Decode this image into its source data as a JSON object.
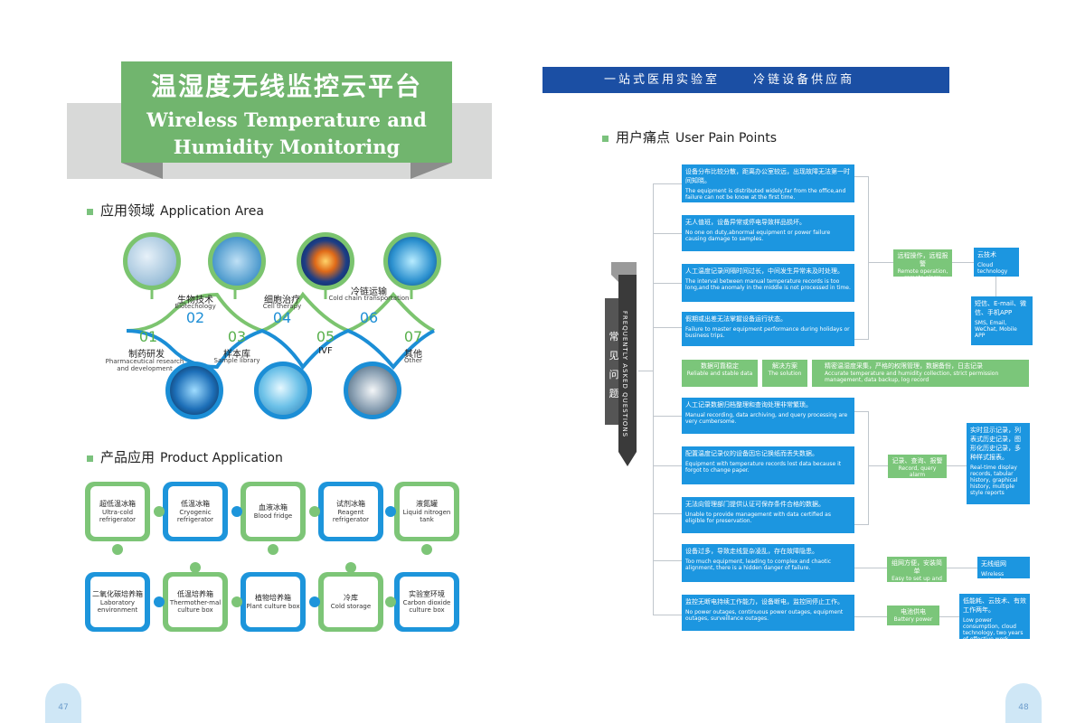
{
  "banner": {
    "title_cn": "温湿度无线监控云平台",
    "title_en_1": "Wireless Temperature and",
    "title_en_2": "Humidity Monitoring"
  },
  "application_area": {
    "title_cn": "应用领域",
    "title_en": "Application Area",
    "items": [
      {
        "num": "01",
        "cn": "制药研发",
        "en": "Pharmaceutical research and development"
      },
      {
        "num": "02",
        "cn": "生物技术",
        "en": "Biotechology"
      },
      {
        "num": "03",
        "cn": "样本库",
        "en": "Sample library"
      },
      {
        "num": "04",
        "cn": "细胞治疗",
        "en": "Cell therapy"
      },
      {
        "num": "05",
        "cn": "IVF",
        "en": ""
      },
      {
        "num": "06",
        "cn": "冷链运输",
        "en": "Cold chain transportation"
      },
      {
        "num": "07",
        "cn": "其他",
        "en": "Other"
      }
    ]
  },
  "product_application": {
    "title_cn": "产品应用",
    "title_en": "Product Application",
    "tiles": [
      {
        "cn": "超低温冰箱",
        "en": "Ultra-cold refrigerator",
        "color": "#7dc577"
      },
      {
        "cn": "低温冰箱",
        "en": "Cryogenic refrigerator",
        "color": "#1d95db"
      },
      {
        "cn": "血液冰箱",
        "en": "Blood fridge",
        "color": "#7dc577"
      },
      {
        "cn": "试剂冰箱",
        "en": "Reagent refrigerator",
        "color": "#1d95db"
      },
      {
        "cn": "液氮罐",
        "en": "Liquid nitrogen tank",
        "color": "#7dc577"
      },
      {
        "cn": "二氧化碳培养箱",
        "en": "Laboratory environment",
        "color": "#1d95db"
      },
      {
        "cn": "低温培养箱",
        "en": "Thermother-mal culture box",
        "color": "#7dc577"
      },
      {
        "cn": "植物培养箱",
        "en": "Plant culture box",
        "color": "#1d95db"
      },
      {
        "cn": "冷库",
        "en": "Cold storage",
        "color": "#7dc577"
      },
      {
        "cn": "实验室环境",
        "en": "Carbon dioxide culture box",
        "color": "#1d95db"
      }
    ]
  },
  "right": {
    "top_bar_1": "一站式医用实验室",
    "top_bar_2": "冷链设备供应商",
    "pain_title_cn": "用户痛点",
    "pain_title_en": "User Pain Points",
    "faq_cn": "常见问题",
    "faq_en": "FREQUENTLY ASKED QUESTIONS",
    "problems": [
      {
        "cn": "设备分布比较分散，距离办公室较远，出现故障无法第一时间知晓。",
        "en": "The equipment is distributed widely,far from the office,and failure can not be know at the first time."
      },
      {
        "cn": "无人值班，设备异常或停电导致样品损坏。",
        "en": "No one on duty,abnormal equipment or power failure causing damage to samples."
      },
      {
        "cn": "人工温度记录间隔时间过长，中间发生异常未及时处理。",
        "en": "The interval between manual temperature records is too long,and the anomaly in the middle is not processed in time."
      },
      {
        "cn": "假期或出差无法掌握设备运行状态。",
        "en": "Failure to master equipment performance during holidays or business trips."
      },
      {
        "cn": "人工记录数据归档整理和查询处理非常繁琐。",
        "en": "Manual recording, data archiving, and query processing are very cumbersome."
      },
      {
        "cn": "配置温度记录仪的设备因忘记换纸而丢失数据。",
        "en": "Equipment with temperature records lost data because it forgot to change paper."
      },
      {
        "cn": "无法向管理部门提供认证可保存条件合格的数据。",
        "en": "Unable to provide management with data certified as eligible for preservation."
      },
      {
        "cn": "设备过多，导致走线复杂凌乱，存在故障隐患。",
        "en": "Too much equipment, leading to complex and chaotic alignment, there is a hidden danger of failure."
      },
      {
        "cn": "监控无断电持续工作能力，设备断电，监控同停止工作。",
        "en": "No power outages, continuous power outages, equipment outages, surveillance outages."
      }
    ],
    "remote": {
      "cn": "远程操作，远程报警",
      "en": "Remote operation, remote alarm"
    },
    "cloud": {
      "cn": "云技术",
      "en": "Cloud technology"
    },
    "sms": {
      "cn": "短信、E-mail、微信、手机APP",
      "en": "SMS, Email, WeChat, Mobile APP"
    },
    "reliable": {
      "cn": "数据可靠稳定",
      "en": "Reliable and stable data"
    },
    "solution": {
      "cn": "解决方案",
      "en": "The solution"
    },
    "accurate": {
      "cn": "精密温湿度采集，严格的权限管理，数据备份，日志记录",
      "en": "Accurate temperature and humidity collection, strict permission management, data backup, log record"
    },
    "record": {
      "cn": "记录、查询、报警",
      "en": "Record, query alarm"
    },
    "realtime": {
      "cn": "实时显示记录，列表式历史记录，图形化历史记录，多种样式报表。",
      "en": "Real-time display records, tabular history, graphical history, multiple style reports"
    },
    "easy": {
      "cn": "组网方便，安装简单",
      "en": "Easy to set up and easy to install"
    },
    "wireless": {
      "cn": "无线组网",
      "en": "Wireless network"
    },
    "battery": {
      "cn": "电池供电",
      "en": "Battery power"
    },
    "lowpower": {
      "cn": "低能耗、云技术、有效工作两年。",
      "en": "Low power consumption, cloud technology, two years of effective work"
    }
  },
  "page_numbers": {
    "left": "47",
    "right": "48"
  }
}
